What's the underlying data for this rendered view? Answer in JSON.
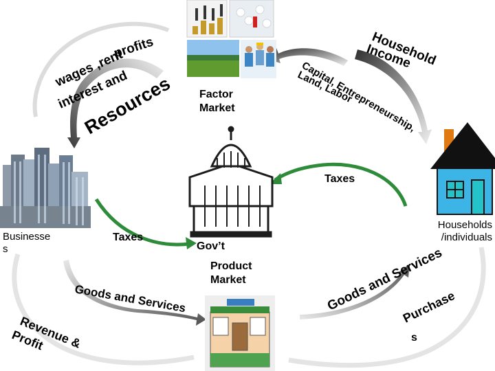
{
  "labels": {
    "factor_market": "Factor\nMarket",
    "product_market": "Product\nMarket",
    "taxes_right": "Taxes",
    "taxes_left": "Taxes",
    "govt": "Gov’t",
    "businesses": "Businesse\ns",
    "households": "Households\n/individuals"
  },
  "arc_text": {
    "wages_line": "wages ,rent",
    "profits": "profits",
    "interest_line": "interest and",
    "resources": "Resources",
    "household_income": "Household",
    "income": "Income",
    "capital": "Capital, Entrepreneurship,",
    "land_labor": "Land, Labor",
    "goods_services_left": "Goods and Services",
    "goods_services_right": "Goods and Services",
    "revenue": "Revenue &",
    "profit": "Profit",
    "purchases": "Purchase",
    "purchases_s": "s"
  },
  "colors": {
    "arrow_gradient_start": "#f2f2f2",
    "arrow_gradient_end": "#4a4a4a",
    "green_arrow": "#2e8b3a",
    "house_body": "#3cb4e6",
    "house_roof": "#111111",
    "chimney": "#e07a10",
    "window": "#23c3c9"
  }
}
